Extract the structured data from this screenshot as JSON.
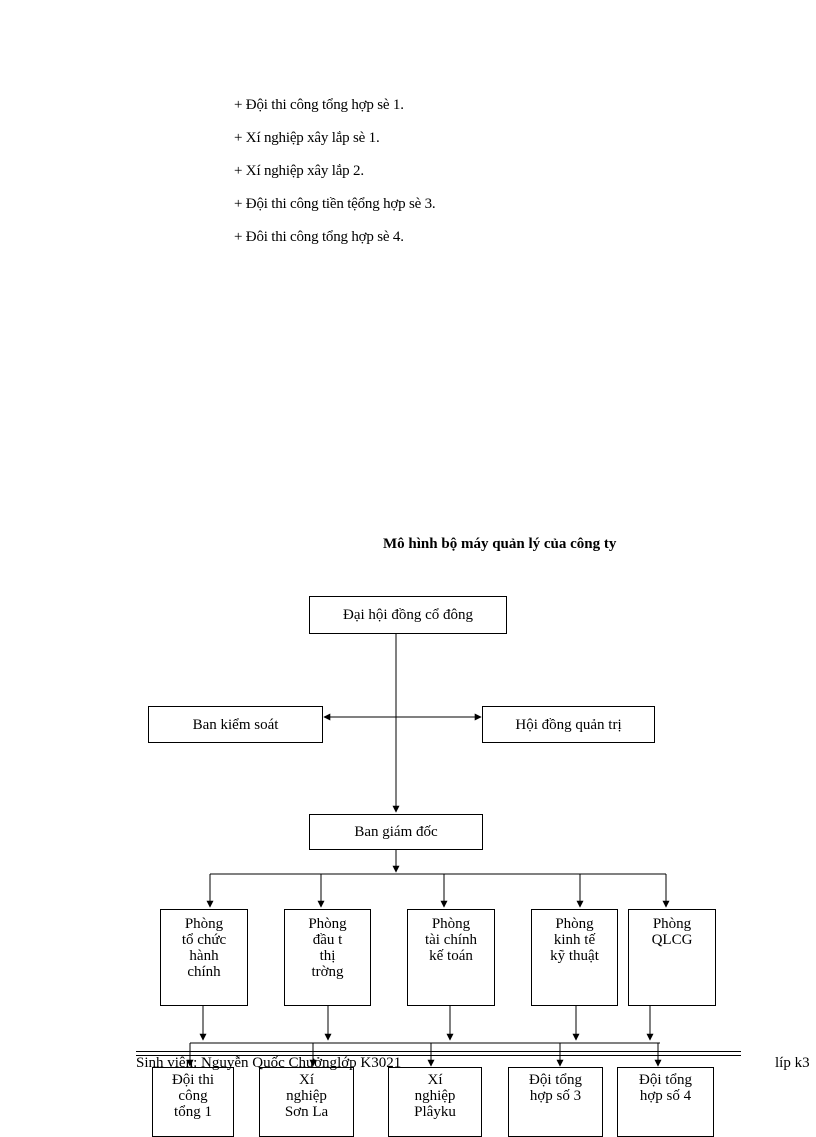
{
  "list_items": [
    "+ Đội thi  công tổng hợp sè 1.",
    "+ Xí nghiệp  xây lắp sè 1.",
    "+ Xí nghiệp  xây lắp 2.",
    "+ Đội thi  công tiền tệổng hợp sè 3.",
    "+ Đôi thi  công tổng hợp sè 4."
  ],
  "chart_title": "Mô hình bộ máy quản lý của công ty",
  "org": {
    "top": "Đại hội đồng cổ đông",
    "left": "Ban kiểm soát",
    "right": "Hội đồng quản trị",
    "director": "Ban giám đốc",
    "departments": [
      "Phòng\ntổ chức\nhành\nchính",
      "Phòng\nđầu t\nthị\ntrờng",
      "Phòng\ntài chính\nkế toán",
      "Phòng\nkinh tế\nkỹ thuật",
      "Phòng\nQLCG"
    ],
    "units": [
      "Đội thi\ncông\ntổng 1",
      "Xí\nnghiệp\nSơn La",
      "Xí\nnghiệp\nPlâyku",
      "Đội tổng\nhợp số 3",
      "Đội tổng\nhợp số 4"
    ]
  },
  "footer": {
    "left": "Sinh viên: Nguyễn Quốc Chưởng",
    "class_left": "lớp K3021",
    "right": "líp k3"
  }
}
